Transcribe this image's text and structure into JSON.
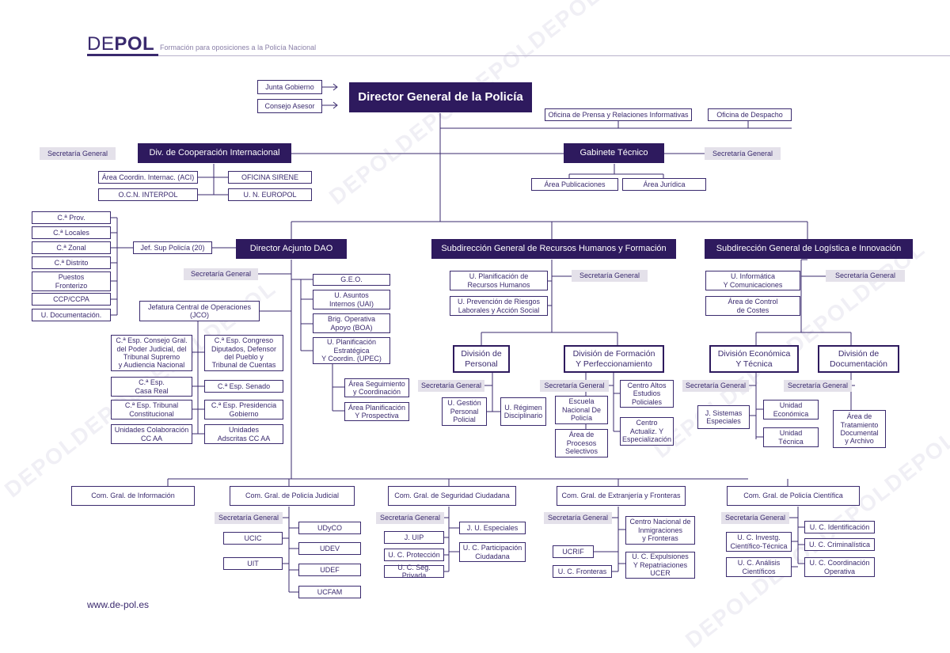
{
  "brand": {
    "logo_light": "DE",
    "logo_bold": "POL",
    "tagline": "Formación para oposiciones a la Policía Nacional",
    "website": "www.de-pol.es",
    "watermark": "DEPOLDEPOLDEPOLDEPOL"
  },
  "colors": {
    "dark": "#2e1a5e",
    "text": "#3a2a6e",
    "grey": "#e4e1ea",
    "line": "#3a2a6e"
  },
  "org": {
    "director": "Director General de la Policía",
    "junta": "Junta  Gobierno",
    "consejo": "Consejo Asesor",
    "prensa": "Oficina de Prensa y Relaciones Informativas",
    "despacho": "Oficina de Despacho",
    "coop": "Div. de Cooperación Internacional",
    "coop_sec": "Secretaría General",
    "aci": "Área Coordin. Internac. (ACI)",
    "sirene": "OFICINA SIRENE",
    "interpol": "O.C.N. INTERPOL",
    "europol": "U. N. EUROPOL",
    "gabinete": "Gabinete Técnico",
    "gab_sec": "Secretaría General",
    "publicaciones": "Área Publicaciones",
    "juridica": "Área Jurídica",
    "dao": "Director Acjunto DAO",
    "jefsup": "Jef. Sup Policía (20)",
    "cprov": "C.ª Prov.",
    "clocales": "C.ª Locales",
    "czonal": "C.ª Zonal",
    "cdistrito": "C.ª Distrito",
    "puestos": "Puestos\nFronterizo",
    "ccp": "CCP/CCPA",
    "udoc": "U. Documentación.",
    "dao_sec": "Secretaría General",
    "geo": "G.E.O.",
    "uai": "U. Asuntos\nInternos (UAI)",
    "boa": "Brig. Operativa\nApoyo (BOA)",
    "upec": "U. Planificación\nEstratégica\nY Coordin.  (UPEC)",
    "jco": "Jefatura Central  de Operaciones\n(JCO)",
    "ccgpj": "C.ª Esp. Consejo Gral.\ndel Poder Judicial, del\nTribunal Supremo\ny Audiencia Nacional",
    "congreso": "C.ª Esp. Congreso\nDiputados, Defensor\ndel Pueblo y\nTribunal de Cuentas",
    "casareal": "C.ª Esp.\nCasa Real",
    "senado": "C.ª Esp. Senado",
    "tc": "C.ª Esp. Tribunal\nConstitucional",
    "presidencia": "C.ª Esp. Presidencia\nGobierno",
    "colaboracion": "Unidades Colaboración\nCC AA",
    "adscritas": "Unidades\nAdscritas CC AA",
    "seguimiento": "Área Seguimiento\ny Coordinación",
    "prospectiva": "Área Planificación\nY Prospectiva",
    "rrhh": "Subdirección General de Recursos Humanos y Formación",
    "rrhh_sec": "Secretaría General",
    "uprh": "U. Planificación de\nRecursos Humanos",
    "uprl": "U. Prevención de Riesgos\nLaborales y Acción Social",
    "div_personal": "División de\nPersonal",
    "div_formacion": "División de Formación\nY Perfeccionamiento",
    "pers_sec": "Secretaría General",
    "ugestion": "U. Gestión\nPersonal\nPolicial",
    "uregimen": "U. Régimen\nDisciplinario",
    "form_sec": "Secretaría General",
    "escuela": "Escuela\nNacional De\nPolicía",
    "altos": "Centro Altos\nEstudios\nPoliciales",
    "procesos": "Área de\nProcesos\nSelectivos",
    "actualiz": "Centro\nActualiz. Y\nEspecialización",
    "logistica": "Subdirección General de Logística e Innovación",
    "log_sec": "Secretaría General",
    "uinfo": "U. Informática\nY Comunicaciones",
    "control": "Área de Control\nde Costes",
    "div_eco": "División Económica\nY Técnica",
    "div_doc": "División de\nDocumentación",
    "eco_sec": "Secretaría General",
    "jsistemas": "J. Sistemas\nEspeciales",
    "ueco": "Unidad\nEconómica",
    "utec": "Unidad\nTécnica",
    "doc_sec": "Secretaría General",
    "tratamiento": "Área de\nTratamiento\nDocumental\ny Archivo",
    "cg_info": "Com. Gral. de Información",
    "cg_pj": "Com. Gral. de Policía Judicial",
    "pj_sec": "Secretaría General",
    "udyco": "UDyCO",
    "ucic": "UCIC",
    "udev": "UDEV",
    "uit": "UIT",
    "udef": "UDEF",
    "ucfam": "UCFAM",
    "cg_sc": "Com. Gral. de Seguridad Ciudadana",
    "sc_sec": "Secretaría General",
    "juesp": "J. U. Especiales",
    "juip": "J. UIP",
    "proteccion": "U. C. Protección",
    "participacion": "U. C. Participación\nCiudadana",
    "segpriv": "U. C. Seg. Privada",
    "cg_ext": "Com. Gral. de Extranjería y Fronteras",
    "ext_sec": "Secretaría General",
    "cni": "Centro Nacional de\nInmigraciones\ny Fronteras",
    "ucrif": "UCRIF",
    "expulsiones": "U. C. Expulsiones\nY Repatriaciones\nUCER",
    "fronteras": "U. C. Fronteras",
    "cg_cien": "Com. Gral. de Policía Científica",
    "cien_sec": "Secretaría General",
    "identificacion": "U. C. Identificación",
    "investig": "U. C. Investg.\nCientífico-Técnica",
    "criminalistica": "U. C. Criminalística",
    "analisis": "U. C. Análisis\nCientíficos",
    "coordop": "U. C. Coordinación\nOperativa"
  }
}
